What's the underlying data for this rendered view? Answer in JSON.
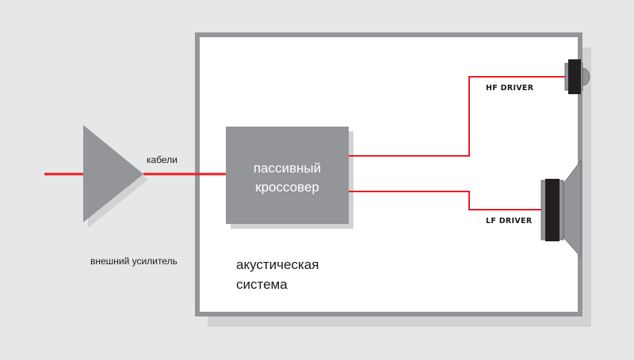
{
  "diagram": {
    "title": "Passive crossover speaker system signal flow",
    "colors": {
      "background": "#e6e7e8",
      "enclosure_border": "#939598",
      "enclosure_fill": "#ffffff",
      "shadow": "#d1d2d4",
      "component_fill": "#939598",
      "signal_line": "#ed1c24",
      "driver_magnet": "#231f20"
    },
    "nodes": {
      "amplifier": {
        "label": "внешний усилитель",
        "shape": "triangle"
      },
      "cable": {
        "label": "кабели"
      },
      "crossover": {
        "label_line1": "пассивный",
        "label_line2": "кроссовер"
      },
      "enclosure": {
        "label_line1": "акустическая",
        "label_line2": "система"
      },
      "hf_driver": {
        "label": "HF DRIVER"
      },
      "lf_driver": {
        "label": "LF DRIVER"
      }
    },
    "edges": [
      {
        "from": "input",
        "to": "amplifier"
      },
      {
        "from": "amplifier",
        "to": "crossover",
        "label": "кабели"
      },
      {
        "from": "crossover",
        "to": "hf_driver"
      },
      {
        "from": "crossover",
        "to": "lf_driver"
      }
    ]
  }
}
